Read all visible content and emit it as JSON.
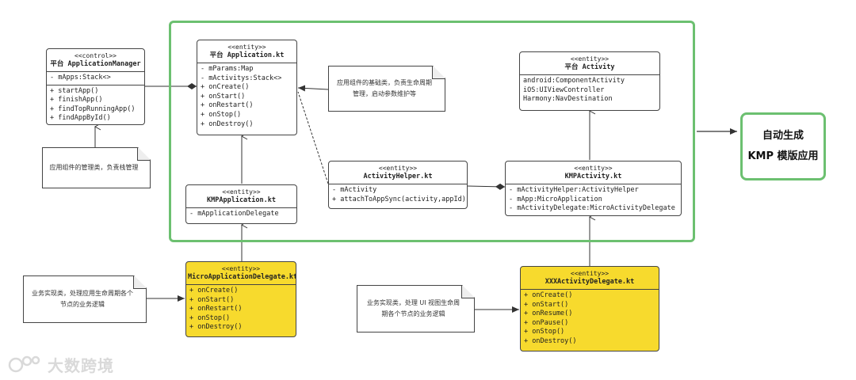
{
  "classes": {
    "app_manager": {
      "stereotype": "<<control>>",
      "name": "平台 ApplicationManager",
      "fields": [
        "- mApps:Stack<>"
      ],
      "methods": [
        "+ startApp()",
        "+ finishApp()",
        "+ findTopRunningApp()",
        "+ findAppById()"
      ]
    },
    "platform_application": {
      "stereotype": "<<entity>>",
      "name": "平台 Application.kt",
      "fields": [
        "- mParams:Map",
        "- mActivitys:Stack<>",
        "+ onCreate()",
        "+ onStart()",
        "+ onRestart()",
        "+ onStop()",
        "+ onDestroy()"
      ]
    },
    "platform_activity": {
      "stereotype": "<<entity>>",
      "name": "平台 Activity",
      "fields": [
        "android:ComponentActivity",
        "iOS:UIViewController",
        "Harmony:NavDestination"
      ]
    },
    "kmp_application": {
      "stereotype": "<<entity>>",
      "name": "KMPApplication.kt",
      "fields": [
        "- mApplicationDelegate"
      ]
    },
    "activity_helper": {
      "stereotype": "<<entity>>",
      "name": "ActivityHelper.kt",
      "fields": [
        "- mActivity",
        "+ attachToAppSync(activity,appId)"
      ]
    },
    "kmp_activity": {
      "stereotype": "<<entity>>",
      "name": "KMPActivity.kt",
      "fields": [
        "- mActivityHelper:ActivityHelper",
        "- mApp:MicroApplication",
        "- mActivityDelegate:MicroActivityDelegate"
      ]
    },
    "micro_app_delegate": {
      "stereotype": "<<entity>>",
      "name": "MicroApplicationDelegate.kt",
      "fields": [
        "+ onCreate()",
        "+ onStart()",
        "+ onRestart()",
        "+ onStop()",
        "+ onDestroy()"
      ]
    },
    "xxx_activity_delegate": {
      "stereotype": "<<entity>>",
      "name": "XXXActivityDelegate.kt",
      "fields": [
        "+ onCreate()",
        "+ onStart()",
        "+ onResume()",
        "+ onPause()",
        "+ onStop()",
        "+ onDestroy()"
      ]
    }
  },
  "notes": {
    "app_manager_note": "应用组件的管理类，负责栈管理",
    "application_note": "应用组件的基础类，负责生命周期管理，启动参数维护等",
    "micro_app_note": "业务实现类，处理应用生命周期各个节点的业务逻辑",
    "activity_delegate_note": "业务实现类，处理 UI 视图生命周期各个节点的业务逻辑"
  },
  "generate_box": {
    "line1": "自动生成",
    "line2": "KMP 模版应用"
  },
  "watermark": "大数跨境",
  "colors": {
    "frame_green": "#6cc070",
    "highlight_yellow": "#f7da2d"
  }
}
